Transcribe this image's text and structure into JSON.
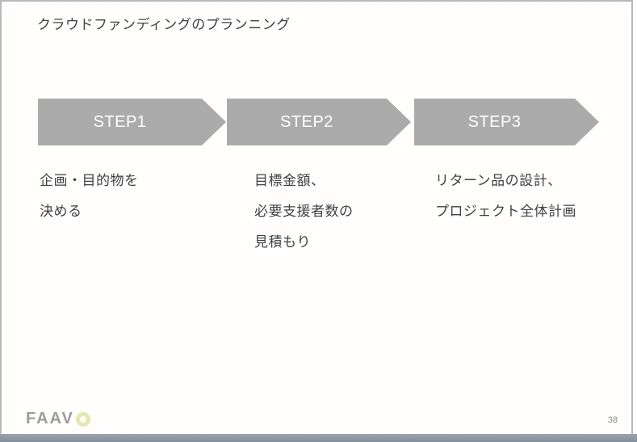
{
  "slide": {
    "title": "クラウドファンディングのプランニング",
    "page_number": "38",
    "steps": [
      {
        "label": "STEP1",
        "description_lines": [
          "企画・目的物を",
          "決める"
        ]
      },
      {
        "label": "STEP2",
        "description_lines": [
          "目標金額、",
          "必要支援者数の",
          "見積もり"
        ]
      },
      {
        "label": "STEP3",
        "description_lines": [
          "リターン品の設計、",
          "プロジェクト全体計画"
        ]
      }
    ],
    "logo": {
      "text": "FAAV"
    },
    "colors": {
      "arrow": "#ababab",
      "step_text": "#ffffff",
      "body_text": "#3f4245",
      "accent_o": "#e4e9ae",
      "bottom_bar": "#858f9b"
    }
  }
}
